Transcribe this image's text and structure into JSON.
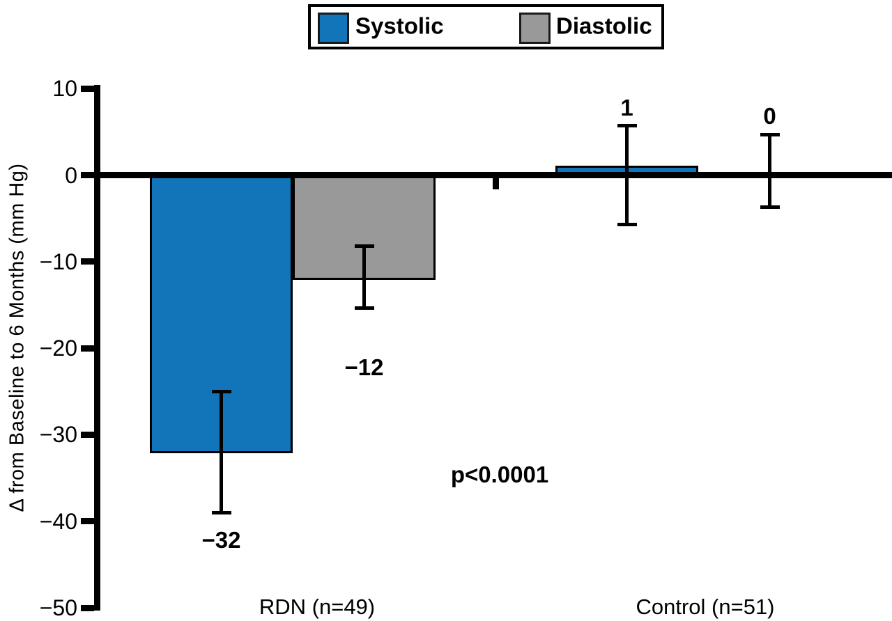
{
  "chart_data": {
    "type": "bar",
    "title": "",
    "ylabel": "Δ from Baseline to 6 Months (mm Hg)",
    "xlabel": "",
    "ylim": [
      -50,
      10
    ],
    "yticks": [
      10,
      0,
      -10,
      -20,
      -30,
      -40,
      -50
    ],
    "ytick_labels": [
      "10",
      "0",
      "−10",
      "−20",
      "−30",
      "−40",
      "−50"
    ],
    "grid": false,
    "legend": [
      "Systolic",
      "Diastolic"
    ],
    "legend_position": "top-center",
    "annotation": "p<0.0001",
    "unit": "mm Hg",
    "groups": [
      {
        "label": "RDN (n=49)",
        "bars": [
          {
            "series": "Systolic",
            "value": -32,
            "label": "−32",
            "error_high": -25,
            "error_low": -39
          },
          {
            "series": "Diastolic",
            "value": -12,
            "label": "−12",
            "error_high": -8.2,
            "error_low": -15.4
          }
        ]
      },
      {
        "label": "Control (n=51)",
        "bars": [
          {
            "series": "Systolic",
            "value": 1,
            "label": "1",
            "error_high": 5.7,
            "error_low": -5.7
          },
          {
            "series": "Diastolic",
            "value": 0,
            "label": "0",
            "error_high": 4.7,
            "error_low": -3.7
          }
        ]
      }
    ],
    "colors": {
      "systolic": "#1274B9",
      "diastolic": "#999999",
      "axis": "#000000"
    }
  }
}
